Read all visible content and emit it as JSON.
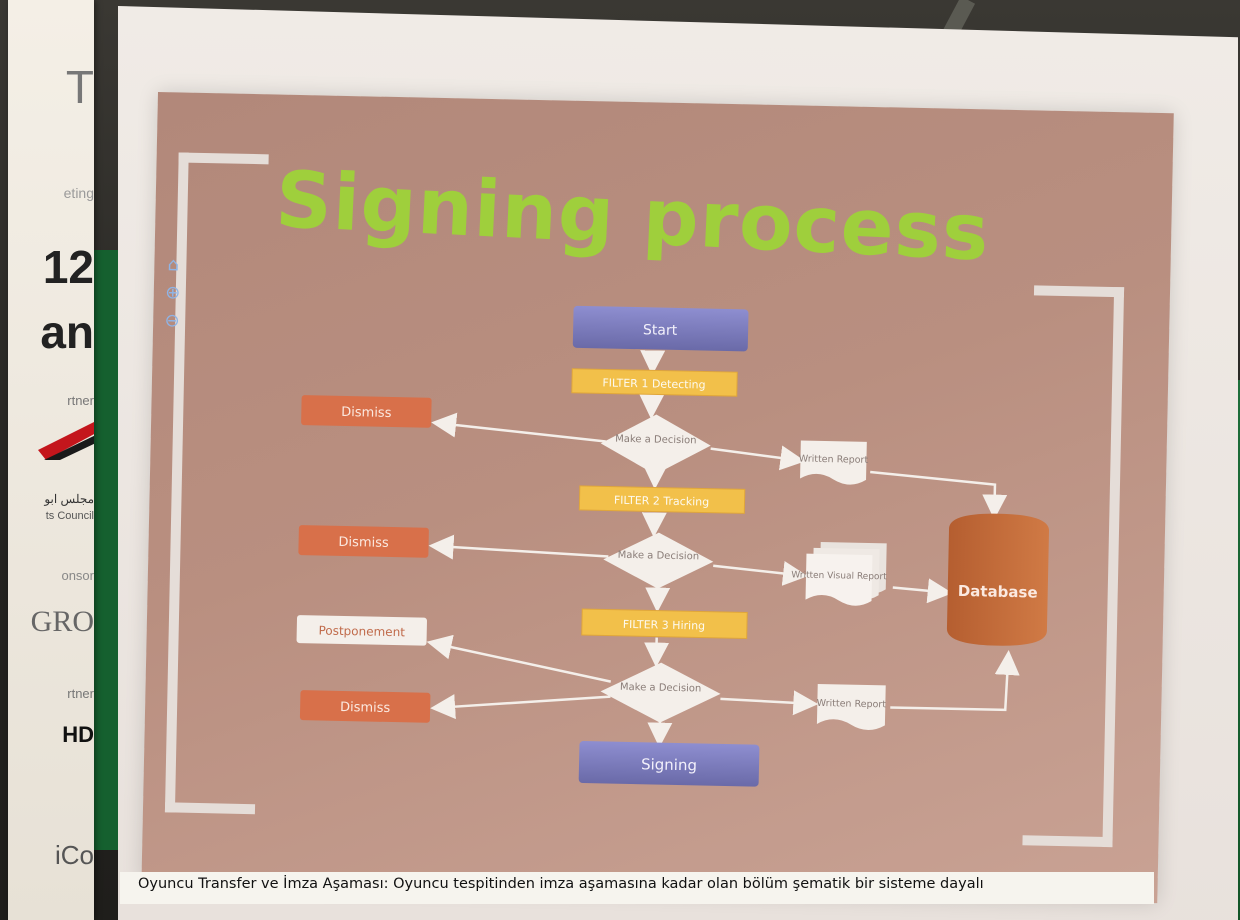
{
  "slide": {
    "title": "Signing process",
    "nodes": {
      "start": "Start",
      "filter1": "FILTER 1 Detecting",
      "filter2": "FILTER 2 Tracking",
      "filter3": "FILTER 3 Hiring",
      "decision": "Make a Decision",
      "dismiss": "Dismiss",
      "postponement": "Postponement",
      "written_report": "Written Report",
      "written_visual_report": "Written Visual Report",
      "database": "Database",
      "signing": "Signing"
    }
  },
  "banner": {
    "lines": [
      "T",
      "eting",
      "12",
      "an",
      "rtner",
      "مجلس ابو",
      "ts Council",
      "onsor",
      "GRO",
      "rtner",
      "HD",
      "iCo"
    ]
  },
  "caption": "Oyuncu Transfer ve İmza Aşaması: Oyuncu tespitinden imza aşamasına kadar olan bölüm şematik bir sisteme dayalı",
  "colors": {
    "title": "#9fcf3c",
    "start_box": "#7f7fc0",
    "filter_box": "#f2c04a",
    "dismiss_box": "#d8704a",
    "database": "#c96f3e"
  }
}
